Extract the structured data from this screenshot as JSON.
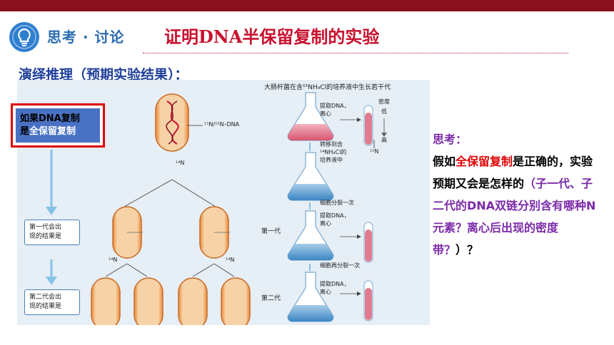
{
  "header": {
    "section_tag": "思考 · 讨论",
    "title": "证明DNA半保留复制的实验"
  },
  "subtitle": "演绎推理（预期实验结果）：",
  "hypothesis": {
    "line1": "如果DNA复制",
    "line2_prefix": "是",
    "line2_highlight": "全保留复制"
  },
  "figure": {
    "caption": "大肠杆菌在含¹⁵NH₄Cl的培养液中生长若干代",
    "parent_dna_label": "¹⁵N/¹⁵N–DNA",
    "n14_label": "¹⁴N",
    "n14_label_left": "¹⁴N",
    "n14_label_right": "¹⁴N",
    "step_extract_1": "提取DNA，",
    "step_centrifuge_1": "离心",
    "density_label": "密度",
    "density_low": "低",
    "density_high": "高",
    "band_label_1": "¹⁵N",
    "transfer_1": "转移到含",
    "transfer_2": "¹⁴NH₄Cl的",
    "transfer_3": "培养液中",
    "divide_once": "细胞分裂一次",
    "step_extract_2": "提取DNA，",
    "step_centrifuge_2": "离心",
    "gen1_label": "第一代",
    "divide_again": "细胞再分裂一次",
    "step_extract_3": "提取DNA，",
    "step_centrifuge_3": "离心",
    "gen2_label": "第二代",
    "result1_line1": "第一代会出",
    "result1_line2": "现的结果是",
    "result2_line1": "第二代会出",
    "result2_line2": "现的结果是"
  },
  "thinking": {
    "label": "思考：",
    "p1": "假如",
    "p2": "全保留复制",
    "p3": "是正确的，实验预期又会是怎样的",
    "p4": "（子一代、子二代的DNA双链分别含有哪种N元素？离心后出现的密度带？",
    "p5": "）？"
  }
}
